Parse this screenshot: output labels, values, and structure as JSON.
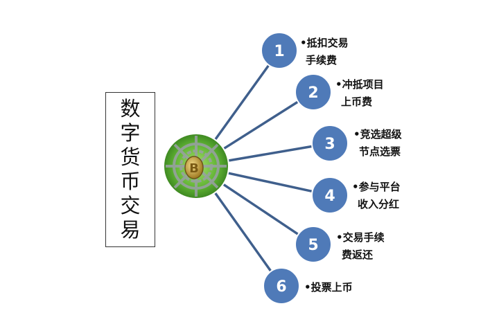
{
  "title": "数字货币交易",
  "hub": {
    "icon": "bitcoin-chain-icon"
  },
  "colors": {
    "node_fill": "#4f7ab8",
    "node_stroke": "#ffffff",
    "line": "#3f5f8c",
    "hub_green": "#6cc23a"
  },
  "nodes": [
    {
      "number": "1",
      "line1": "•抵扣交易",
      "line2": "手续费"
    },
    {
      "number": "2",
      "line1": "•冲抵项目",
      "line2": "上币费"
    },
    {
      "number": "3",
      "line1": "•竞选超级",
      "line2": "节点选票"
    },
    {
      "number": "4",
      "line1": "•参与平台",
      "line2": "收入分红"
    },
    {
      "number": "5",
      "line1": "•交易手续",
      "line2": "费返还"
    },
    {
      "number": "6",
      "line1": "•投票上币",
      "line2": ""
    }
  ]
}
